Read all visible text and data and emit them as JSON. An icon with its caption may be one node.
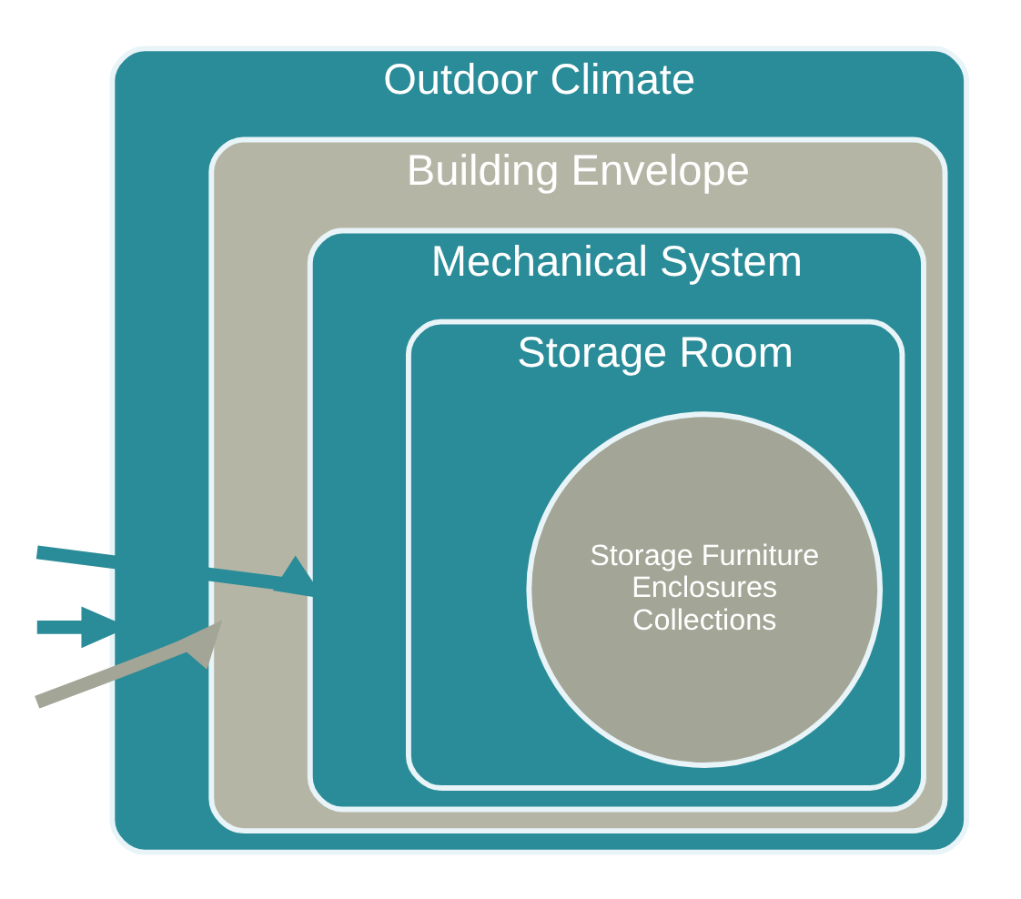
{
  "diagram": {
    "nodes": [
      {
        "text": [
          "Outdoor Climate"
        ]
      },
      {
        "text": [
          "Building Envelope"
        ],
        "in": 0
      },
      {
        "text": [
          "Mechanical System"
        ],
        "in": 1
      },
      {
        "text": [
          "Storage Room"
        ],
        "in": 2
      },
      {
        "text": [
          "Storage Furniture",
          "Enclosures",
          "Collections"
        ],
        "in": 3
      }
    ],
    "edges": [
      {
        "from": null,
        "to": 0,
        "arrow": "to"
      },
      {
        "from": null,
        "to": 1,
        "arrow": "to",
        "color": "#a3a596"
      },
      {
        "from": null,
        "to": 2,
        "arrow": "to"
      }
    ]
  }
}
